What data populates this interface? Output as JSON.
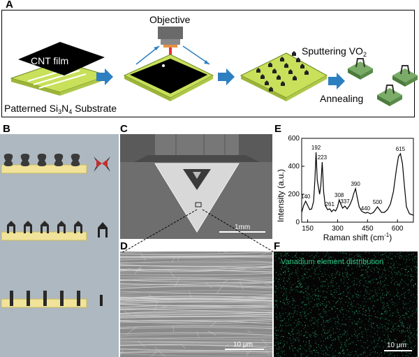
{
  "panels": {
    "a": {
      "letter": "A",
      "cnt_film": "CNT film",
      "substrate_prefix": "Patterned Si",
      "substrate_sub1": "3",
      "substrate_mid": "N",
      "substrate_sub2": "4",
      "substrate_suffix": " Substrate",
      "objective": "Objective",
      "sputtering_prefix": "Sputtering VO",
      "sputtering_sub": "2",
      "annealing": "Annealing"
    },
    "b": {
      "letter": "B"
    },
    "c": {
      "letter": "C",
      "scalebar": "1mm"
    },
    "d": {
      "letter": "D",
      "scalebar": "10 μm"
    },
    "e": {
      "letter": "E"
    },
    "f": {
      "letter": "F",
      "title": "Vanadium element distribution",
      "scalebar": "10 μm"
    }
  },
  "colors": {
    "substrate": "#c8e05a",
    "cnt": "#000000",
    "arrow": "#2e7fc0",
    "vo2": "#6a9a5a",
    "laser": "#e83030",
    "raman_line": "#000000",
    "eds_dots": "#2ec27e"
  },
  "chart_data": {
    "type": "line",
    "xlabel_main": "Raman shift (cm",
    "xlabel_sup": "-1",
    "xlabel_end": ")",
    "ylabel": "Intensity (a.u.)",
    "xlim": [
      120,
      680
    ],
    "ylim": [
      0,
      600
    ],
    "xticks": [
      150,
      300,
      450,
      600
    ],
    "yticks": [
      0,
      200,
      400,
      600
    ],
    "x": [
      120,
      130,
      140,
      150,
      160,
      170,
      180,
      186,
      192,
      198,
      204,
      210,
      216,
      223,
      230,
      238,
      250,
      261,
      270,
      280,
      290,
      300,
      308,
      316,
      325,
      337,
      348,
      360,
      372,
      382,
      390,
      398,
      408,
      420,
      430,
      440,
      450,
      465,
      480,
      490,
      500,
      510,
      520,
      535,
      550,
      565,
      580,
      595,
      605,
      615,
      625,
      635,
      645,
      660,
      680
    ],
    "y": [
      70,
      120,
      150,
      120,
      90,
      95,
      150,
      300,
      500,
      300,
      250,
      200,
      260,
      430,
      220,
      120,
      90,
      95,
      75,
      90,
      80,
      110,
      160,
      130,
      100,
      115,
      95,
      120,
      160,
      210,
      240,
      180,
      110,
      80,
      70,
      65,
      70,
      60,
      70,
      90,
      110,
      90,
      70,
      70,
      90,
      130,
      220,
      380,
      470,
      490,
      420,
      260,
      110,
      60,
      50
    ],
    "peak_labels": [
      {
        "x": 140,
        "y": 150,
        "label": "140"
      },
      {
        "x": 192,
        "y": 500,
        "label": "192"
      },
      {
        "x": 223,
        "y": 430,
        "label": "223"
      },
      {
        "x": 261,
        "y": 95,
        "label": "261"
      },
      {
        "x": 308,
        "y": 160,
        "label": "308"
      },
      {
        "x": 337,
        "y": 115,
        "label": "337"
      },
      {
        "x": 390,
        "y": 240,
        "label": "390"
      },
      {
        "x": 440,
        "y": 65,
        "label": "440"
      },
      {
        "x": 500,
        "y": 110,
        "label": "500"
      },
      {
        "x": 615,
        "y": 490,
        "label": "615"
      }
    ]
  }
}
